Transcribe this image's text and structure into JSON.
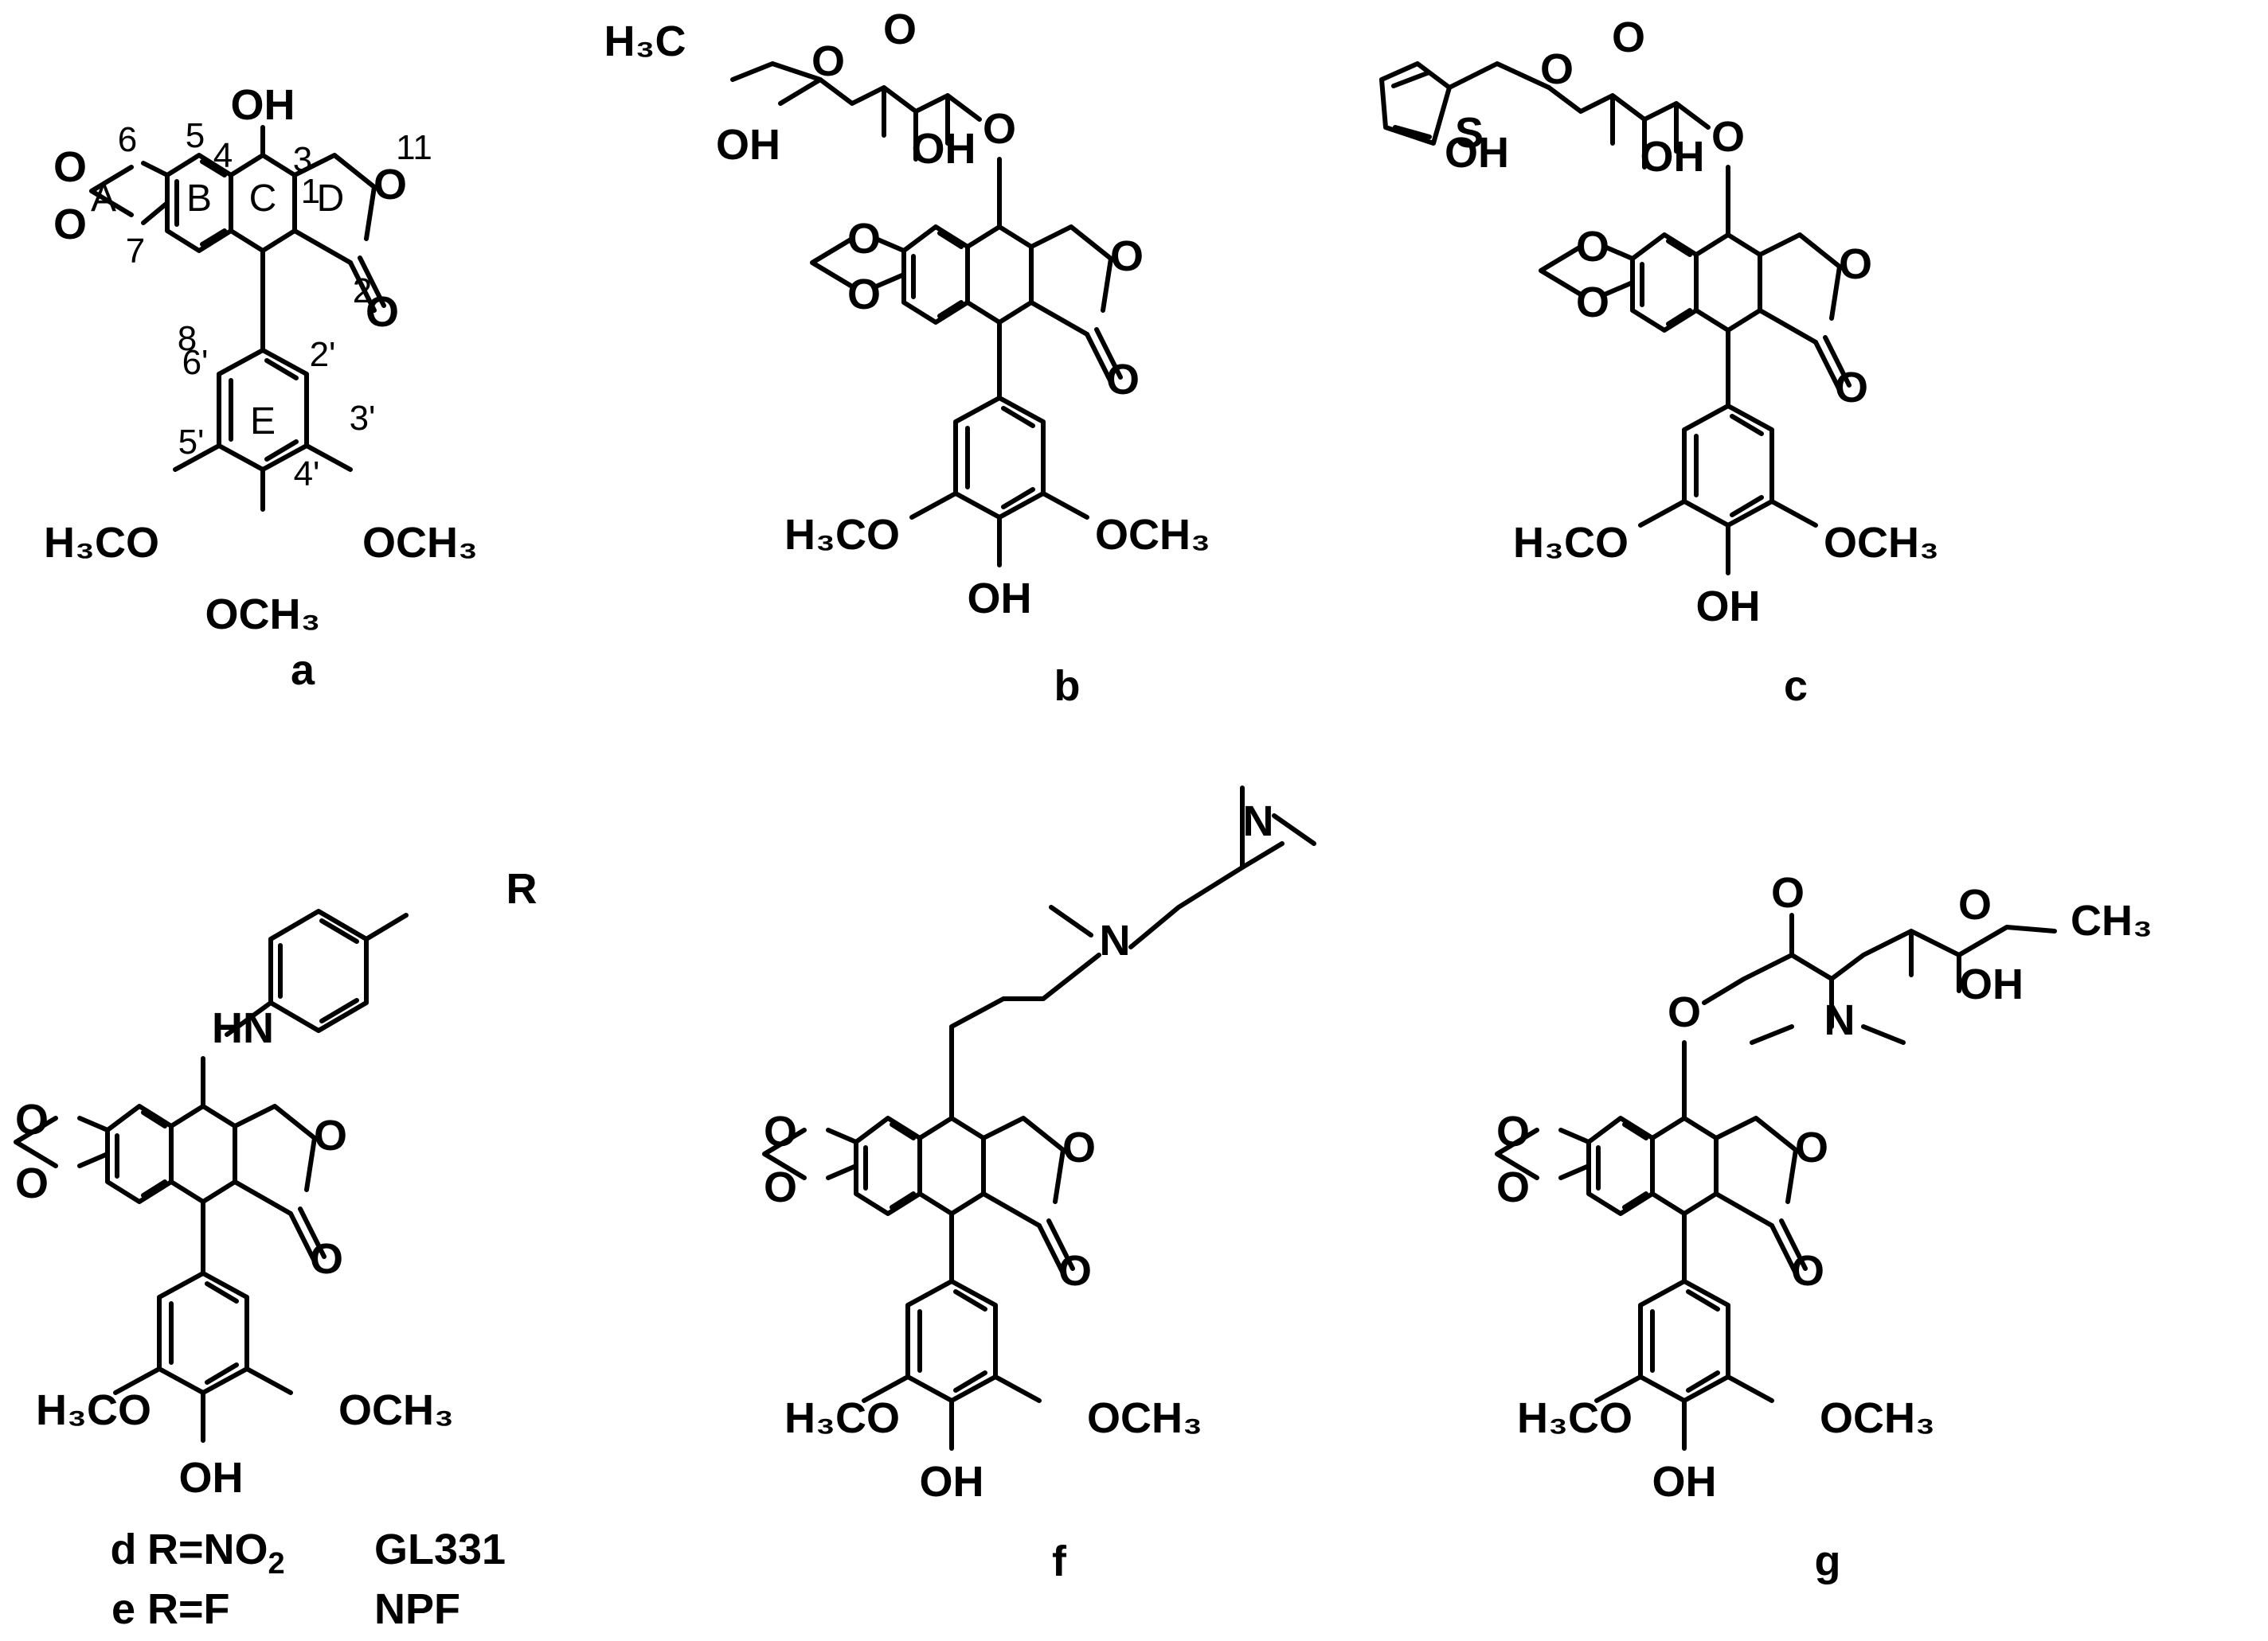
{
  "compounds": [
    {
      "id": "a",
      "label": "a"
    },
    {
      "id": "b",
      "label": "b"
    },
    {
      "id": "c",
      "label": "c"
    },
    {
      "id": "d",
      "label": "d",
      "substituent": "R=NO",
      "subscript": "2",
      "code": "GL331"
    },
    {
      "id": "e",
      "label": "e",
      "substituent": "R=F",
      "code": "NPF"
    },
    {
      "id": "f",
      "label": "f"
    },
    {
      "id": "g",
      "label": "g"
    }
  ],
  "atom_labels": {
    "OH": "OH",
    "O": "O",
    "S": "S",
    "N": "N",
    "HN": "HN",
    "R": "R",
    "H3CO": "H₃CO",
    "OCH3": "OCH₃",
    "H3C": "H₃C",
    "CH3": "CH₃"
  },
  "ring_labels": [
    "A",
    "B",
    "C",
    "D",
    "E"
  ],
  "position_numbers": [
    "1",
    "2",
    "3",
    "4",
    "5",
    "6",
    "7",
    "8",
    "11",
    "2'",
    "3'",
    "4'",
    "5'",
    "6'"
  ]
}
